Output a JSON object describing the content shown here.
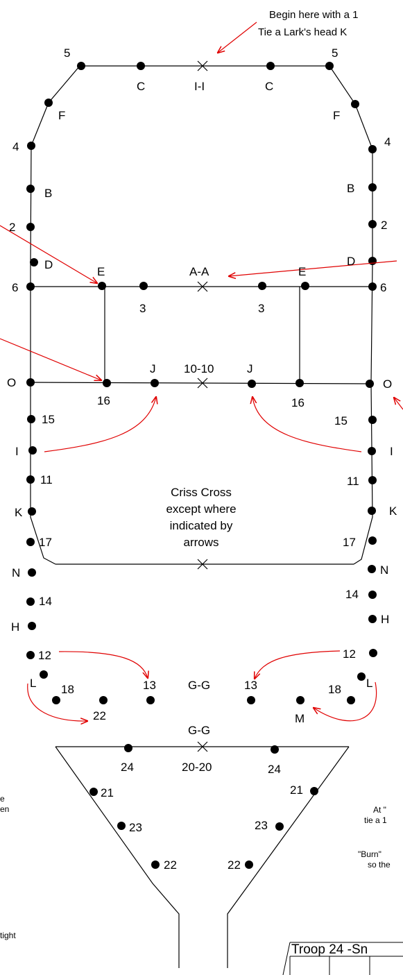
{
  "notes": {
    "begin_1": "Begin here with a 1",
    "begin_2": "Tie a Lark's head K",
    "criss_1": "Criss Cross",
    "criss_2": "except where",
    "criss_3": "indicated by",
    "criss_4": "arrows",
    "left_1": "e",
    "left_2": "en",
    "left_3": "tight",
    "right_1": "At \"",
    "right_2": "tie a 1",
    "right_3": "\"Burn\"",
    "right_4": "so the"
  },
  "title_box": {
    "text": "Troop 24 -Sn"
  },
  "labels": {
    "top_c_left": "C",
    "top_ii": "I-I",
    "top_c_right": "C",
    "top_5_left": "5",
    "top_5_right": "5",
    "f_left": "F",
    "f_right": "F",
    "n4_left": "4",
    "n4_right": "4",
    "b_left": "B",
    "b_right": "B",
    "n2_left": "2",
    "n2_right": "2",
    "d_left": "D",
    "d_right": "D",
    "e_left": "E",
    "e_right": "E",
    "aa": "A-A",
    "n6_left": "6",
    "n6_right": "6",
    "n3_left": "3",
    "n3_right": "3",
    "o_left": "O",
    "o_right": "O",
    "j_left": "J",
    "j_right": "J",
    "tenten": "10-10",
    "n16_left": "16",
    "n16_right": "16",
    "n15_left": "15",
    "n15_right": "15",
    "i_left": "I",
    "i_right": "I",
    "n11_left": "11",
    "n11_right": "11",
    "k_left": "K",
    "k_right": "K",
    "n17_left": "17",
    "n17_right": "17",
    "n_left": "N",
    "n_right": "N",
    "n14_left": "14",
    "n14_right": "14",
    "h_left": "H",
    "h_right": "H",
    "n12_left": "12",
    "n12_right": "12",
    "l_left": "L",
    "l_right": "L",
    "n18_left": "18",
    "n18_right": "18",
    "n13_left": "13",
    "n13_right": "13",
    "gg": "G-G",
    "n22_bottom": "22",
    "m": "M",
    "gg_lower": "G-G",
    "n24_left": "24",
    "twenty": "20-20",
    "n24_right": "24",
    "n21_left": "21",
    "n21_right": "21",
    "n23_left": "23",
    "n23_right": "23",
    "n22_left": "22",
    "n22_right": "22"
  }
}
